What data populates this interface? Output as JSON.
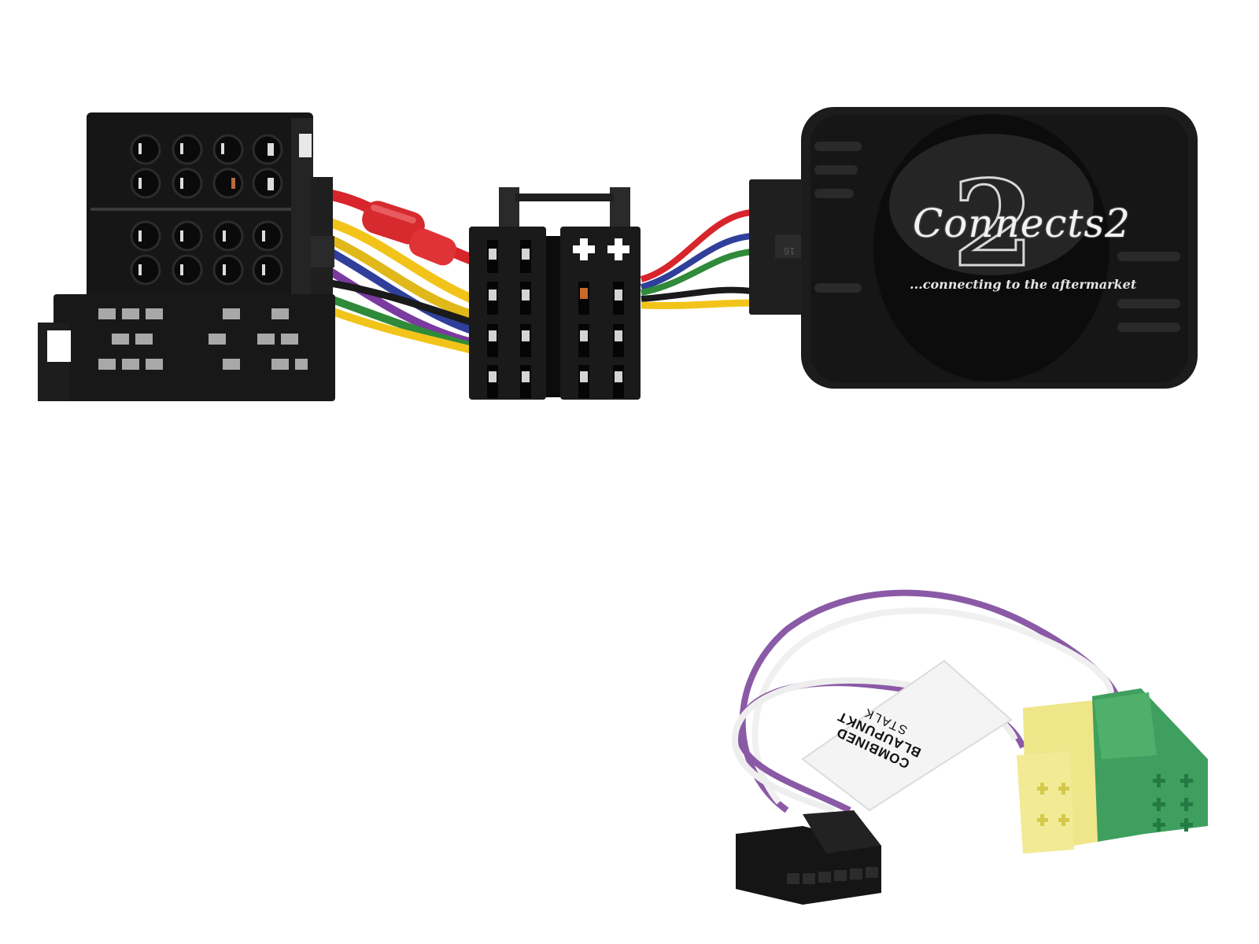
{
  "image": {
    "description": "Product photo of a steering wheel control interface adapter harness with ISO connectors, control module, and patch lead",
    "background": "#ffffff"
  },
  "module": {
    "brand_logo": "Connects2",
    "logo_numeral": "2",
    "tagline": "...connecting to the aftermarket",
    "connector_pin_label": "16",
    "body_color": "#1c1c1c"
  },
  "patch_lead": {
    "tag_line1": "COMBINED STALK",
    "tag_line_1a": "COMB",
    "tag_line_1b": "INED",
    "tag_line2": "BLAUPUNKT",
    "tag_display_top": "COMBINED",
    "tag_display_mid": "BLAUPUNKT",
    "tag_display_bottom": "STALK",
    "wire_colors": [
      "#8a5aa6",
      "#f4f4f4"
    ],
    "mini_iso_yellow": "#f0e98e",
    "mini_iso_green": "#3fa05f"
  },
  "harness": {
    "wire_colors": [
      "#d8242b",
      "#f2c41a",
      "#2f3f9a",
      "#2f8a3a",
      "#1a1a1a",
      "#7a3aa0"
    ],
    "connector_color": "#1b1b1b"
  }
}
